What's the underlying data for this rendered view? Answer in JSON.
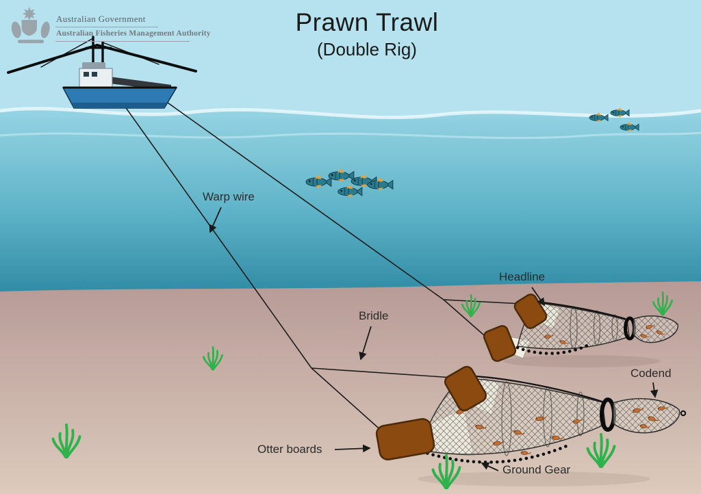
{
  "header": {
    "title": "Prawn Trawl",
    "subtitle": "(Double Rig)",
    "logo": {
      "government": "Australian Government",
      "agency": "Australian Fisheries Management Authority",
      "icon": "australian-coat-of-arms"
    }
  },
  "labels": {
    "warp_wire": "Warp wire",
    "headline": "Headline",
    "bridle": "Bridle",
    "codend": "Codend",
    "otter_boards": "Otter boards",
    "ground_gear": "Ground Gear"
  },
  "icons": {
    "crest": "australian-coat-of-arms-icon",
    "boat": "prawn-trawler-boat",
    "fish": "fish-icon",
    "prawn": "prawn-icon",
    "seaweed": "seaweed-icon"
  },
  "colors": {
    "sky": "#b5e2ee",
    "water_top": "#96d4e3",
    "water_mid": "#5fb3c8",
    "water_deep": "#2f8ba4",
    "seabed_top": "#b79a96",
    "seabed_bottom": "#dccabc",
    "hull_blue": "#2e7ab2",
    "board_brown": "#8a4a10",
    "board_edge": "#4a2a08",
    "seaweed": "#2fb24c",
    "fish_body": "#2a7b8e",
    "fish_fin": "#e6a23c",
    "prawn": "#c0703a",
    "label_text": "#2b2b2b",
    "title_text": "#1a1a1a",
    "logo_text": "#5a6066",
    "logo_text2": "#73797e"
  }
}
